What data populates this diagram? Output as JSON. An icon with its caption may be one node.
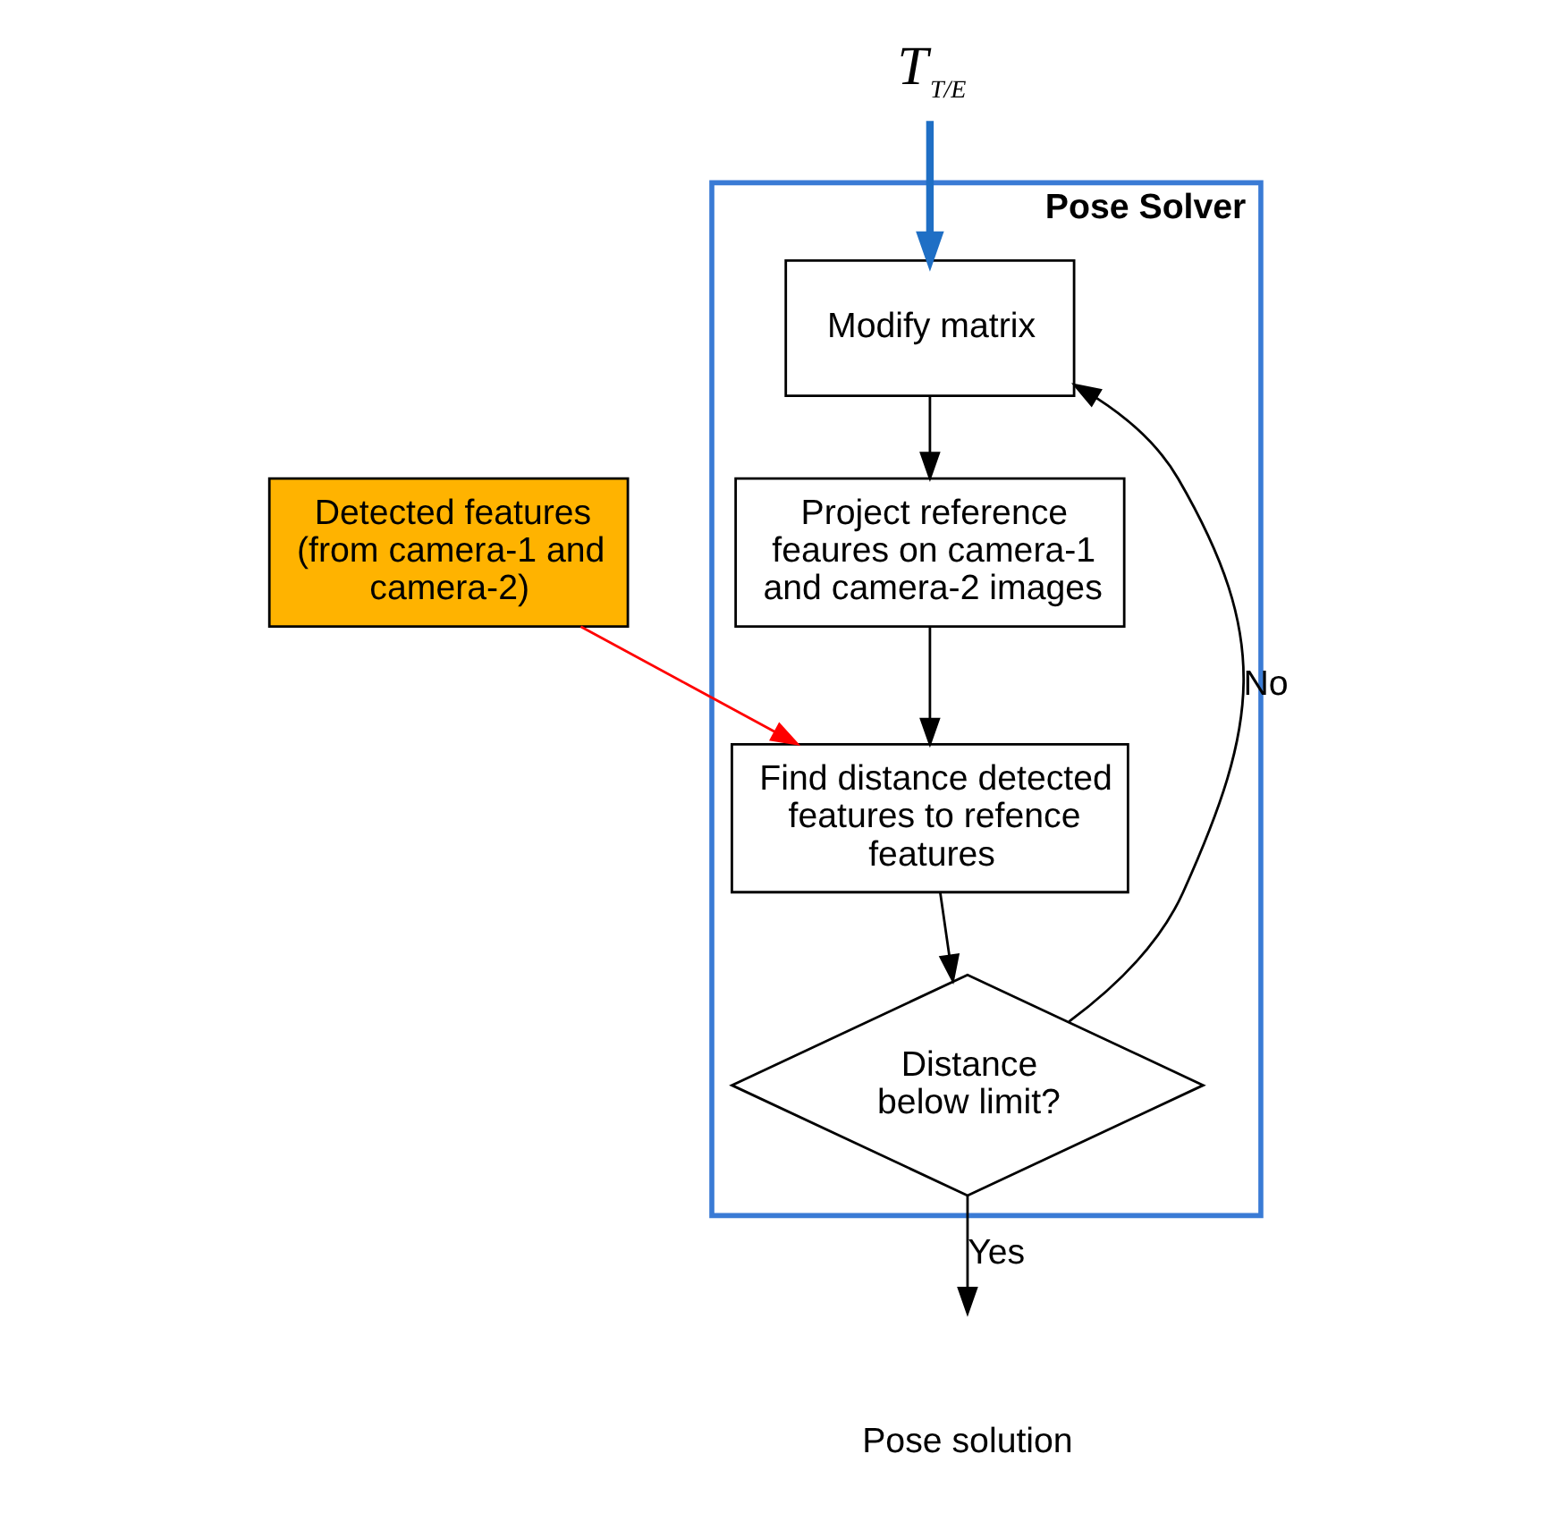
{
  "diagram": {
    "nodes": [
      {
        "text": [
          "Pose Solver"
        ]
      },
      {
        "text": [
          "Modify matrix"
        ],
        "in": 0
      },
      {
        "text": [
          "Project reference feaures on camera-1 and camera-2 images"
        ],
        "in": 0
      },
      {
        "text": [
          "Find distance detected features to refence features"
        ],
        "in": 0
      },
      {
        "text": [
          "Distance below limit?"
        ],
        "in": 0
      },
      {
        "text": [
          "T$_{T/E}$"
        ]
      },
      {
        "text": [
          "Detected features (from camera-1 and camera-2)"
        ]
      }
    ],
    "edges": [
      {
        "from": 5,
        "to": 1,
        "arrow": "to",
        "style": "thick",
        "color": "#1f6fc5"
      },
      {
        "from": 1,
        "to": 2,
        "arrow": "to"
      },
      {
        "from": 2,
        "to": 3,
        "arrow": "to"
      },
      {
        "from": 6,
        "to": 3,
        "arrow": "to",
        "color": "#ff0000"
      },
      {
        "from": 3,
        "to": 4,
        "arrow": "to"
      },
      {
        "from": 4,
        "to": 1,
        "arrow": "to",
        "label": "No"
      },
      {
        "from": 4,
        "to": null,
        "arrow": "to",
        "label": "Yes"
      }
    ],
    "labels": [
      "Pose solution"
    ]
  }
}
